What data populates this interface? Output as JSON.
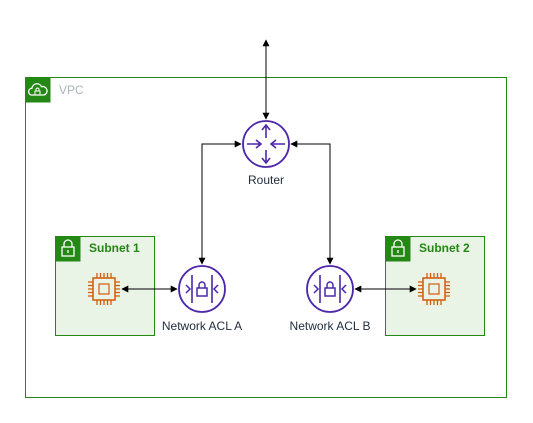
{
  "vpc": {
    "label": "VPC"
  },
  "subnet1": {
    "label": "Subnet 1"
  },
  "subnet2": {
    "label": "Subnet 2"
  },
  "router": {
    "label": "Router"
  },
  "acl_a": {
    "label": "Network ACL A"
  },
  "acl_b": {
    "label": "Network ACL B"
  },
  "colors": {
    "vpc_border": "#248814",
    "subnet_fill": "#e9f3e6",
    "subnet_border": "#248814",
    "ec2": "#d45b07",
    "network": "#4d27aa",
    "connector": "#000000"
  },
  "icons": {
    "vpc": "cloud-lock-icon",
    "subnet": "lock-icon",
    "instance": "ec2-chip-icon",
    "router": "router-icon",
    "acl": "network-acl-icon"
  }
}
